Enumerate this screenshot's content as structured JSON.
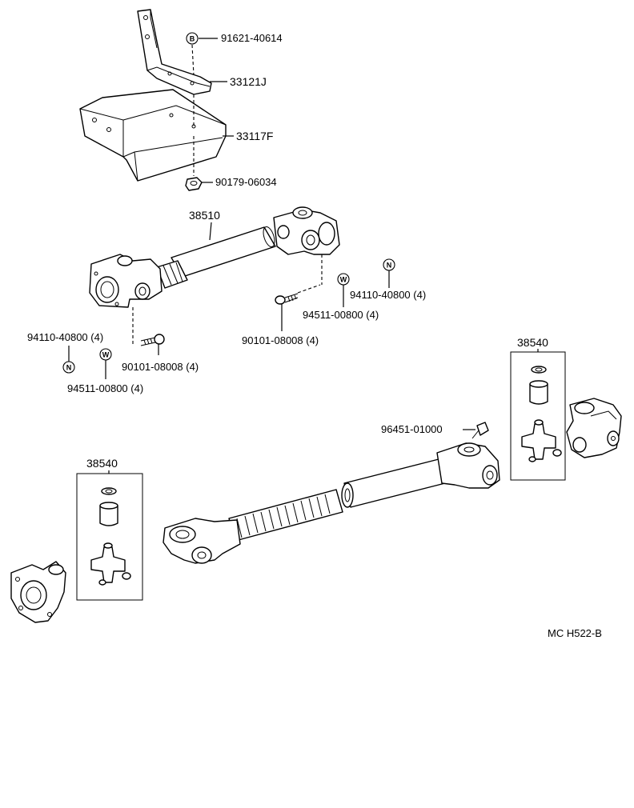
{
  "symbols": {
    "b": "B",
    "w": "W",
    "n": "N"
  },
  "labels": {
    "bolt_91621": "91621-40614",
    "bracket_33121j": "33121J",
    "plate_33117f": "33117F",
    "nut_90179": "90179-06034",
    "shaft_38510": "38510",
    "nut_94110_right": "94110-40800 (4)",
    "washer_94511_right": "94511-00800 (4)",
    "bolt_90101_right": "90101-08008 (4)",
    "nut_94110_left": "94110-40800 (4)",
    "bolt_90101_left": "90101-08008 (4)",
    "washer_94511_left": "94511-00800 (4)",
    "spider_38540_right": "38540",
    "spider_38540_left": "38540",
    "fitting_96451": "96451-01000",
    "diagram_code": "MC H522-B"
  }
}
